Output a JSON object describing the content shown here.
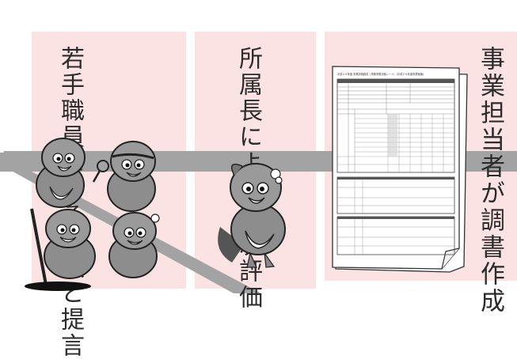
{
  "steps": [
    {
      "label": "事業担当者が調書作成"
    },
    {
      "label": "所属長による1次評価"
    },
    {
      "label": "若手職員による点検と提言"
    }
  ],
  "document": {
    "header": "平成２９年度 事業評価調書（事務事業評価シート）（平成２８年度事業実績）"
  },
  "colors": {
    "panel": "#fbe3e3",
    "band": "#a3a3a3",
    "text": "#2b2b2b"
  },
  "icons": [
    "document-stack-icon",
    "mascot-bird-icon",
    "magnifier-icon"
  ]
}
